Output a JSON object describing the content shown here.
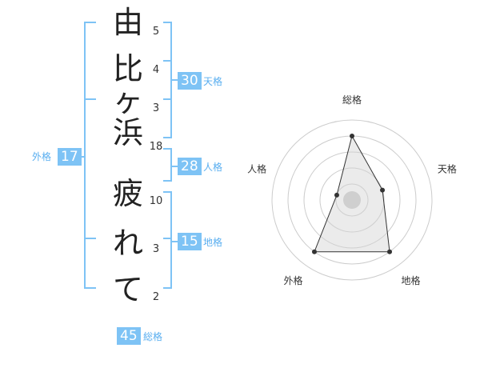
{
  "name": {
    "chars": [
      "由",
      "比",
      "ヶ",
      "浜",
      "疲",
      "れ",
      "て"
    ],
    "counts": [
      "5",
      "4",
      "3",
      "18",
      "10",
      "3",
      "2"
    ]
  },
  "fortune": {
    "tenkaku": {
      "value": "30",
      "label": "天格"
    },
    "jinkaku": {
      "value": "28",
      "label": "人格"
    },
    "chikaku": {
      "value": "15",
      "label": "地格"
    },
    "gaikaku": {
      "value": "17",
      "label": "外格"
    },
    "soukaku": {
      "value": "45",
      "label": "総格"
    }
  },
  "chart_data": {
    "type": "radar",
    "axes": [
      "総格",
      "天格",
      "地格",
      "外格",
      "人格"
    ],
    "values": [
      4,
      2,
      4,
      4,
      1
    ],
    "max": 5
  },
  "colors": {
    "accent": "#7ec3f5",
    "label": "#59aef0"
  }
}
